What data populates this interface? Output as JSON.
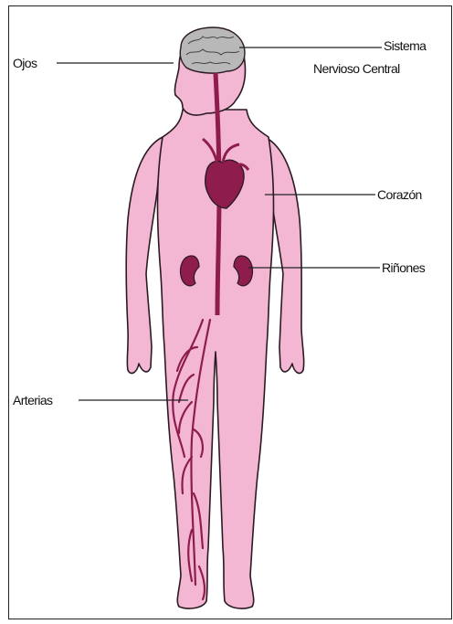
{
  "labels": {
    "eyes": "Ojos",
    "cns_line1": "Sistema",
    "cns_line2": "Nervioso Central",
    "heart": "Corazón",
    "kidneys": "Riñones",
    "arteries": "Arterias"
  },
  "colors": {
    "skin": "#f4b7d3",
    "outline": "#2a1a22",
    "organ": "#8e1d4e",
    "brain": "#b8b8b8",
    "line": "#222222"
  }
}
